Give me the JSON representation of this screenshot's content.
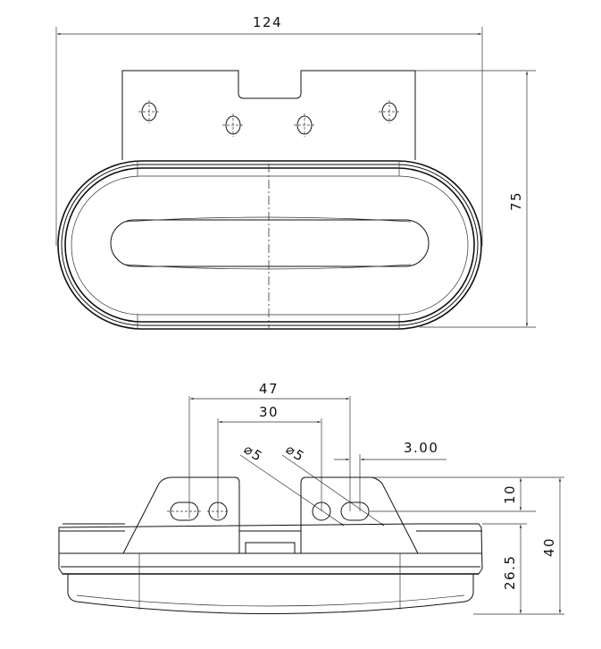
{
  "drawing": {
    "title": "Oval lamp with mounting bracket - technical drawing",
    "front_view": {
      "dimensions": {
        "overall_width": "124",
        "overall_height": "75"
      },
      "bracket_holes": 4
    },
    "side_view": {
      "dimensions": {
        "hole_spacing_outer": "47",
        "hole_spacing_inner": "30",
        "hole_diameter_1": "⌀5",
        "hole_diameter_2": "⌀5",
        "slot_offset": "3.00",
        "bracket_height": "10",
        "body_height": "26.5",
        "total_height": "40"
      }
    },
    "colors": {
      "line": "#111111",
      "background": "#ffffff"
    }
  }
}
